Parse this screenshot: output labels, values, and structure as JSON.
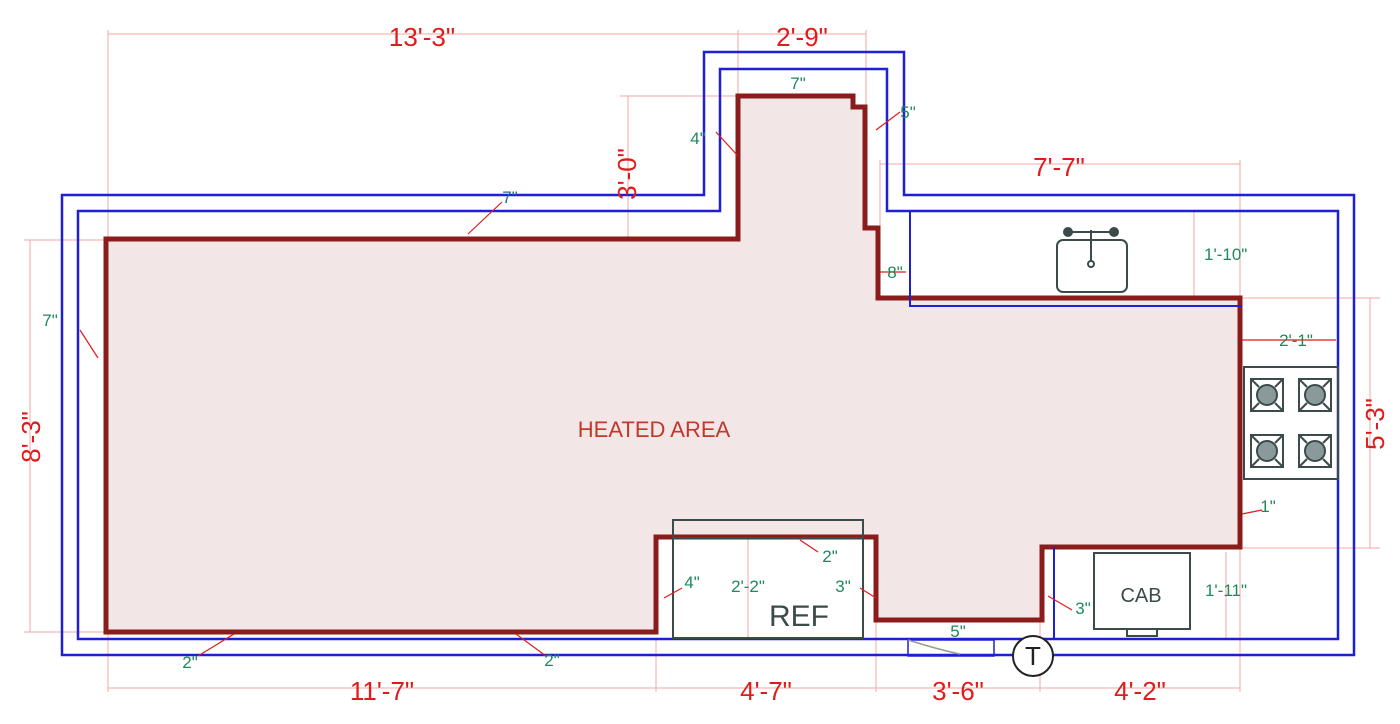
{
  "plan": {
    "heated_area_label": "HEATED AREA",
    "ref_label": "REF",
    "cab_label": "CAB",
    "thermostat_label": "T",
    "dims_major": {
      "top_left_width": "13'-3\"",
      "top_bump_width": "2'-9\"",
      "bump_depth": "3'-0\"",
      "right_upper_width": "7'-7\"",
      "left_height": "8'-3\"",
      "right_height": "5'-3\"",
      "bottom_left": "11'-7\"",
      "bottom_ref": "4'-7\"",
      "bottom_mid": "3'-6\"",
      "bottom_right": "4'-2\""
    },
    "dims_minor": {
      "bump_top_7": "7\"",
      "bump_left_4": "4\"",
      "bump_right_5": "5\"",
      "top_wall_7": "7\"",
      "left_wall_7": "7\"",
      "sink_depth": "1'-10\"",
      "sink_wall_8": "8\"",
      "stove_depth": "2'-1\"",
      "right_wall_1": "1\"",
      "ref_top_2": "2\"",
      "ref_depth": "2'-2\"",
      "ref_left_4": "4\"",
      "ref_right_3": "3\"",
      "cab_left_3": "3\"",
      "cab_depth": "1'-11\"",
      "bottom_5": "5\"",
      "bottom_left_2": "2\"",
      "bottom_right_2": "2\""
    },
    "colors": {
      "outer_wall": "#1f1fd6",
      "heated_outline": "#8b1c1c",
      "heated_fill": "#f3e6e6",
      "dimension": "#e11b1b",
      "minor_dimension": "#1d8a5a",
      "fixture": "#3b4a4a"
    }
  }
}
